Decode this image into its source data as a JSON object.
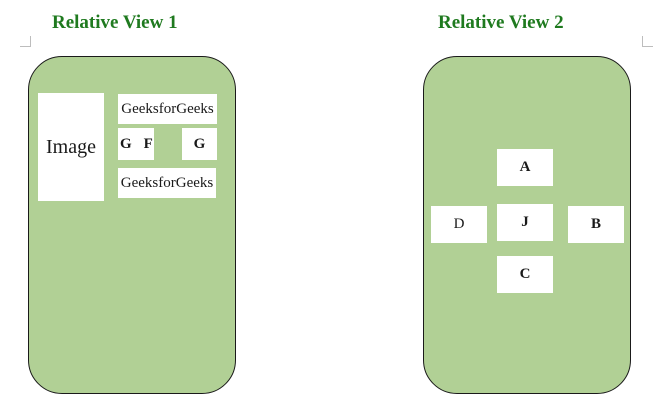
{
  "left_view": {
    "title": "Relative View 1",
    "image_label": "Image",
    "top_text": "GeeksforGeeks",
    "g_label": "G",
    "f_label": "F",
    "g2_label": "G",
    "bottom_text": "GeeksforGeeks"
  },
  "right_view": {
    "title": "Relative View 2",
    "a_label": "A",
    "d_label": "D",
    "j_label": "J",
    "b_label": "B",
    "c_label": "C"
  },
  "colors": {
    "title": "#1f7a1f",
    "phone_fill": "#b1d095",
    "box_fill": "#ffffff"
  }
}
